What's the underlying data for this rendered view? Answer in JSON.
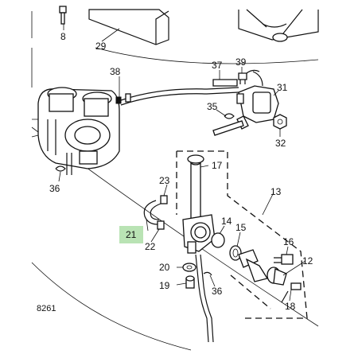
{
  "diagram_id": "8261",
  "highlight_color": "#b9e3b4",
  "callouts": {
    "c8": "8",
    "c29": "29",
    "c37": "37",
    "c39": "39",
    "c38": "38",
    "c31": "31",
    "c35": "35",
    "c32": "32",
    "c17": "17",
    "c36a": "36",
    "c13": "13",
    "c23": "23",
    "c14": "14",
    "c15": "15",
    "c21": "21",
    "c22": "22",
    "c16": "16",
    "c12": "12",
    "c20": "20",
    "c19": "19",
    "c36b": "36",
    "c18": "18"
  }
}
